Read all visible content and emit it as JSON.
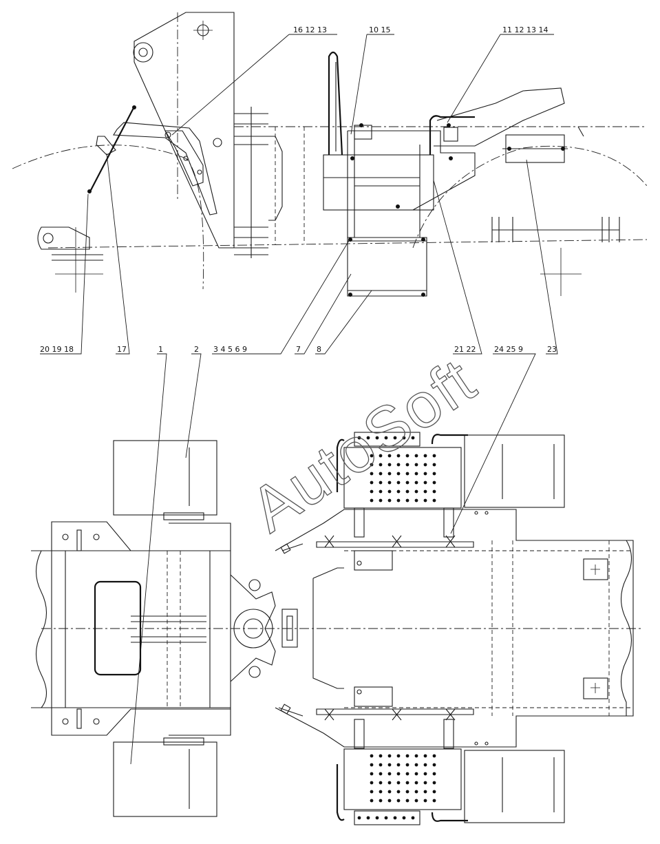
{
  "drawing": {
    "watermark": "AutoSoft",
    "corner_mark": "",
    "callouts_top": [
      {
        "id": "c-16-12-13",
        "text": "16 12 13"
      },
      {
        "id": "c-10-15",
        "text": "10 15"
      },
      {
        "id": "c-11-12-13-14",
        "text": "11 12 13 14"
      }
    ],
    "callouts_bottom": [
      {
        "id": "c-20-19-18",
        "text": "20 19 18"
      },
      {
        "id": "c-17",
        "text": "17"
      },
      {
        "id": "c-1",
        "text": "1"
      },
      {
        "id": "c-2",
        "text": "2"
      },
      {
        "id": "c-3-4-5-6-9",
        "text": "3 4 5 6 9"
      },
      {
        "id": "c-7",
        "text": "7"
      },
      {
        "id": "c-8",
        "text": "8"
      },
      {
        "id": "c-21-22",
        "text": "21 22"
      },
      {
        "id": "c-24-25-9",
        "text": "24 25 9"
      },
      {
        "id": "c-23",
        "text": "23"
      }
    ]
  }
}
